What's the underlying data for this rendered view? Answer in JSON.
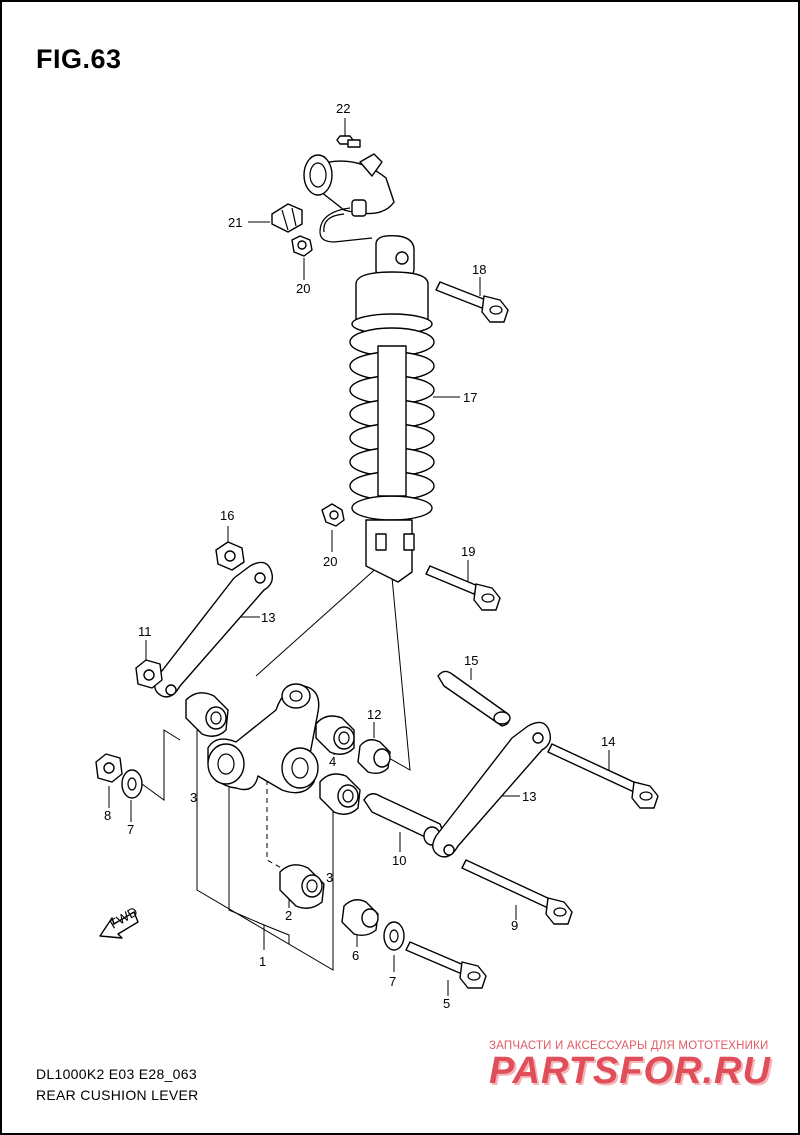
{
  "figure": {
    "title": "FIG.63"
  },
  "footer": {
    "model_code": "DL1000K2 E03 E28_063",
    "section_name": "REAR CUSHION LEVER"
  },
  "watermark": {
    "tagline": "ЗАПЧАСТИ И АКСЕССУАРЫ ДЛЯ МОТОТЕХНИКИ",
    "logo": "PARTSFOR.RU",
    "color": "#d92230"
  },
  "direction_marker": {
    "label": "FWD",
    "icon": "arrow-left-icon"
  },
  "callouts": {
    "c1": "1",
    "c2": "2",
    "c3a": "3",
    "c3b": "3",
    "c4": "4",
    "c5": "5",
    "c6": "6",
    "c7a": "7",
    "c7b": "7",
    "c8": "8",
    "c9": "9",
    "c10": "10",
    "c11": "11",
    "c12": "12",
    "c13a": "13",
    "c13b": "13",
    "c14": "14",
    "c15": "15",
    "c16": "16",
    "c17": "17",
    "c18": "18",
    "c19": "19",
    "c20a": "20",
    "c20b": "20",
    "c21": "21",
    "c22": "22"
  }
}
